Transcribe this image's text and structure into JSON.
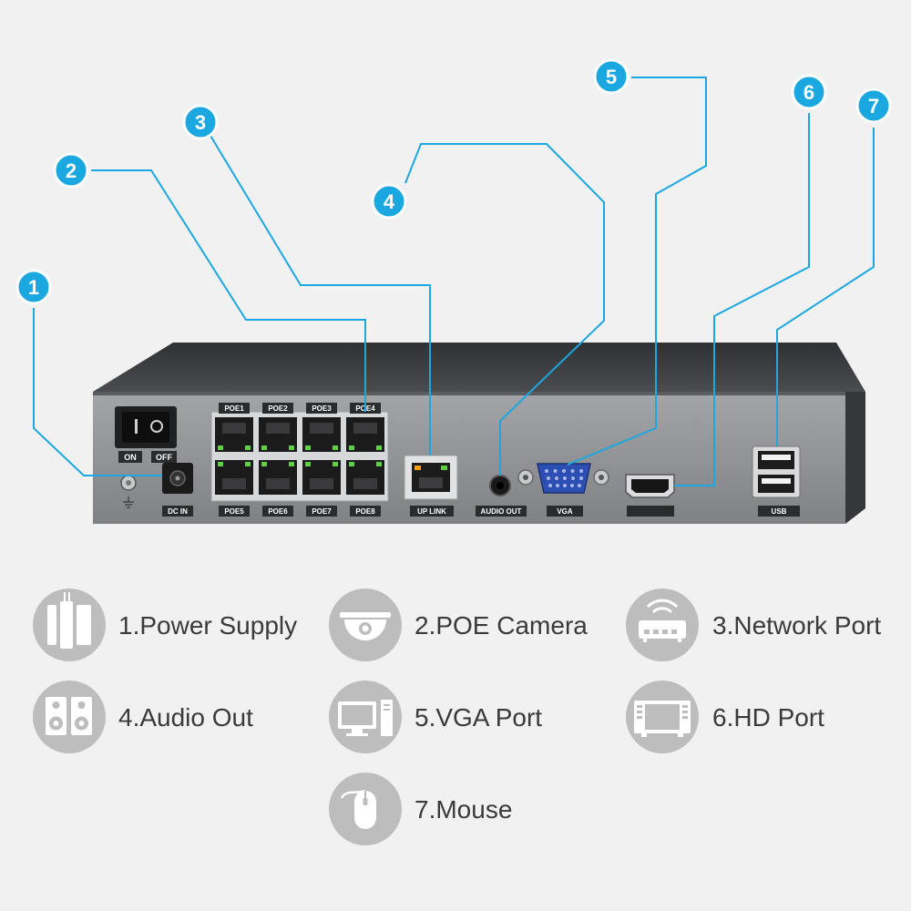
{
  "callouts": [
    {
      "number": "1"
    },
    {
      "number": "2"
    },
    {
      "number": "3"
    },
    {
      "number": "4"
    },
    {
      "number": "5"
    },
    {
      "number": "6"
    },
    {
      "number": "7"
    }
  ],
  "panel": {
    "on_label": "ON",
    "off_label": "OFF",
    "dc_in_label": "DC IN",
    "poe_labels_top": [
      "POE1",
      "POE2",
      "POE3",
      "POE4"
    ],
    "poe_labels_bottom": [
      "POE5",
      "POE6",
      "POE7",
      "POE8"
    ],
    "uplink_label": "UP LINK",
    "audio_out_label": "AUDIO OUT",
    "vga_label": "VGA",
    "usb_label": "USB"
  },
  "legend": [
    {
      "text": "1.Power Supply",
      "icon": "power-supply-icon"
    },
    {
      "text": "2.POE Camera",
      "icon": "dome-camera-icon"
    },
    {
      "text": "3.Network Port",
      "icon": "router-icon"
    },
    {
      "text": "4.Audio Out",
      "icon": "speakers-icon"
    },
    {
      "text": "5.VGA Port",
      "icon": "computer-monitor-icon"
    },
    {
      "text": "6.HD Port",
      "icon": "tv-icon"
    },
    {
      "text": "7.Mouse",
      "icon": "mouse-icon"
    }
  ],
  "colors": {
    "accent": "#1ba8e0",
    "legend_circle": "#bdbdbd",
    "device_body": "#3b3d40",
    "panel_face": "#8b8d90"
  }
}
